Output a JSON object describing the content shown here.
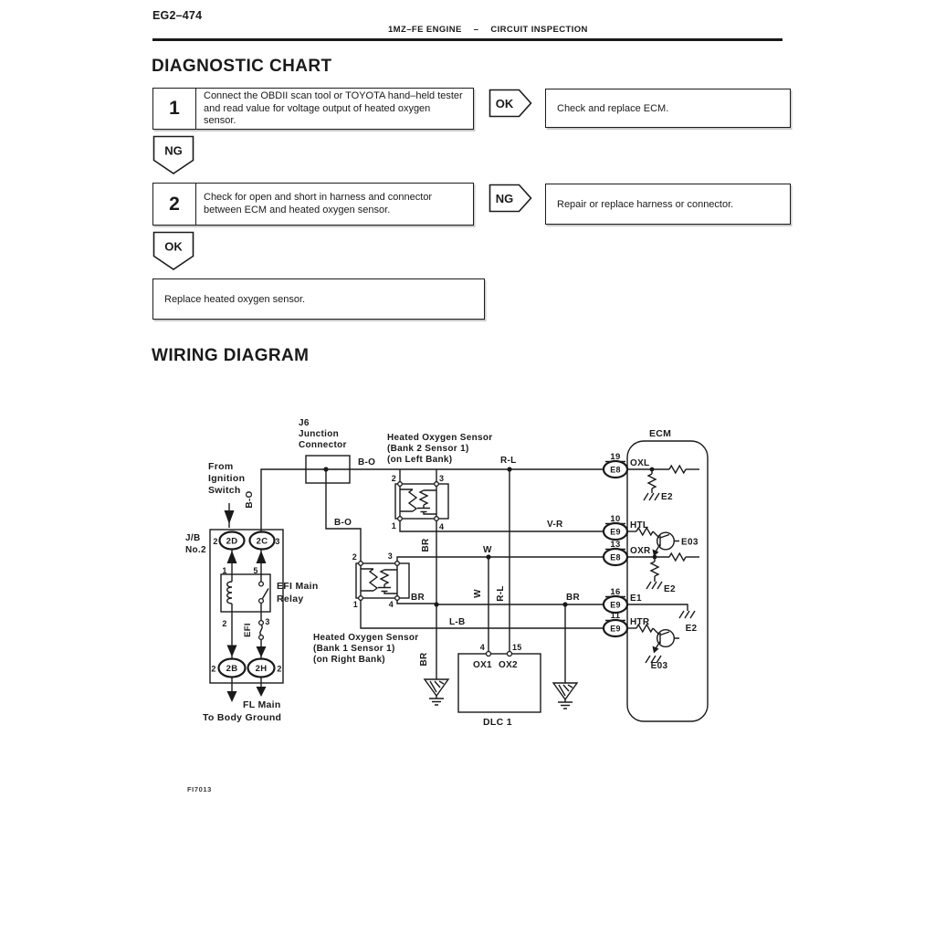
{
  "header": {
    "page_code": "EG2–474",
    "engine": "1MZ–FE ENGINE",
    "dash": "–",
    "section": "CIRCUIT INSPECTION"
  },
  "diagnostic": {
    "title": "DIAGNOSTIC CHART",
    "steps": [
      {
        "num": "1",
        "text": "Connect the OBDII scan tool or TOYOTA hand–held tester and read value for voltage output of heated oxygen sensor.",
        "verdict": "OK",
        "action": "Check and replace ECM.",
        "chain": "NG"
      },
      {
        "num": "2",
        "text": "Check for open and short in harness and connector between ECM and heated oxygen sensor.",
        "verdict": "NG",
        "action": "Repair or replace harness or connector.",
        "chain": "OK"
      }
    ],
    "final_action": "Replace heated oxygen sensor."
  },
  "wiring": {
    "title": "WIRING DIAGRAM",
    "fig_code": "FI7013",
    "ignition": {
      "lines": [
        "From",
        "Ignition",
        "Switch"
      ]
    },
    "j6": {
      "lines": [
        "J6",
        "Junction",
        "Connector"
      ]
    },
    "jb": {
      "name_line1": "J/B",
      "name_line2": "No.2",
      "cav_top_left": "2",
      "conn_2d": "2D",
      "conn_2c": "2C",
      "cav_top_right": "3",
      "pin_coil_top": "1",
      "pin_sw_top": "5",
      "relay_line1": "EFI Main",
      "relay_line2": "Relay",
      "pin_coil_bot": "2",
      "pin_sw_bot": "3",
      "fuse": "EFI",
      "cav_bot_left": "2",
      "conn_2b": "2B",
      "conn_2h": "2H",
      "cav_bot_right": "2",
      "dest_line1": "FL Main",
      "dest_line2": "To Body Ground"
    },
    "bank2": {
      "lines": [
        "Heated Oxygen Sensor",
        "(Bank 2 Sensor 1)",
        "(on Left Bank)"
      ],
      "pin2": "2",
      "pin3": "3",
      "pin1": "1",
      "pin4": "4"
    },
    "bank1": {
      "lines": [
        "Heated Oxygen Sensor",
        "(Bank 1 Sensor 1)",
        "(on Right Bank)"
      ],
      "pin2": "2",
      "pin3": "3",
      "pin1": "1",
      "pin4": "4"
    },
    "dlc": {
      "name": "DLC 1",
      "pin_4": "4",
      "pin_15": "15",
      "ox1": "OX1",
      "ox2": "OX2"
    },
    "ecm": {
      "name": "ECM",
      "pins": [
        {
          "num": "19",
          "conn": "E8",
          "label": "OXL"
        },
        {
          "num": "10",
          "conn": "E9",
          "label": "HTL"
        },
        {
          "num": "13",
          "conn": "E8",
          "label": "OXR"
        },
        {
          "num": "16",
          "conn": "E9",
          "label": "E1"
        },
        {
          "num": "11",
          "conn": "E9",
          "label": "HTR"
        }
      ],
      "gnd_e2_a": "E2",
      "gnd_e2_b": "E2",
      "gnd_e2_c": "E2",
      "tr_e03_a": "E03",
      "tr_e03_b": "E03"
    },
    "wire_labels": {
      "bo_top": "B-O",
      "bo_vert": "B-O",
      "bo_mid": "B-O",
      "rl_top": "R-L",
      "rl_vert": "R-L",
      "vr": "V-R",
      "w_top": "W",
      "w_vert": "W",
      "br_b2": "BR",
      "br_b1": "BR",
      "br_e1": "BR",
      "br_gnd": "BR",
      "lb": "L-B"
    }
  }
}
